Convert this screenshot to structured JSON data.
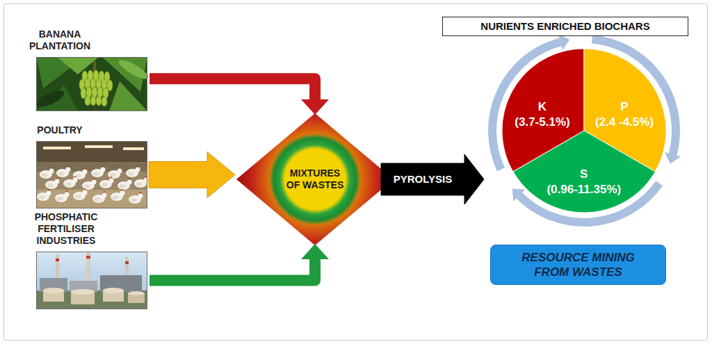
{
  "diagram": {
    "nodes": [
      {
        "text": [
          "BANANA PLANTATION"
        ]
      },
      {
        "text": [
          "POULTRY"
        ]
      },
      {
        "text": [
          "PHOSPHATIC FERTILISER INDUSTRIES"
        ]
      },
      {
        "text": [
          "MIXTURES OF WASTES"
        ]
      },
      {
        "text": [
          "NURIENTS ENRICHED BIOCHARS"
        ]
      },
      {
        "text": [
          "K",
          "(3.7-5.1%)"
        ]
      },
      {
        "text": [
          "P",
          "(2.4 -4.5%)"
        ]
      },
      {
        "text": [
          "S",
          "(0.96-11.35%)"
        ]
      },
      {
        "text": [
          "RESOURCE MINING FROM WASTES"
        ]
      }
    ],
    "edges": [
      {
        "from": 0,
        "to": 3,
        "arrow": "to"
      },
      {
        "from": 1,
        "to": 3,
        "arrow": "to"
      },
      {
        "from": 2,
        "to": 3,
        "arrow": "to"
      },
      {
        "from": 3,
        "to": 5,
        "label": "PYROLYSIS",
        "arrow": "to"
      }
    ]
  }
}
